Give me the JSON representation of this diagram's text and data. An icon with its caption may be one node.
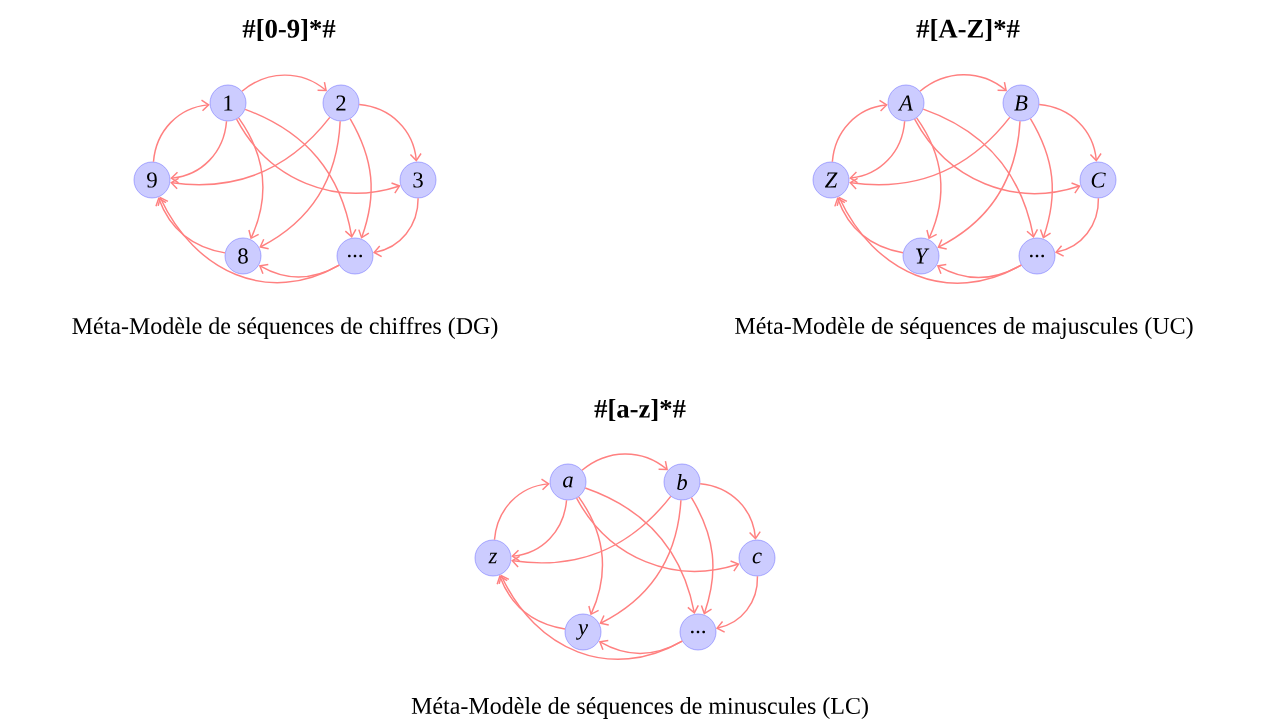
{
  "diagram": {
    "nodes": [
      {
        "text": [
          "1"
        ]
      },
      {
        "text": [
          "2"
        ]
      },
      {
        "text": [
          "3"
        ]
      },
      {
        "text": [
          "..."
        ]
      },
      {
        "text": [
          "8"
        ]
      },
      {
        "text": [
          "9"
        ]
      },
      {
        "text": [
          "A"
        ]
      },
      {
        "text": [
          "B"
        ]
      },
      {
        "text": [
          "C"
        ]
      },
      {
        "text": [
          "..."
        ]
      },
      {
        "text": [
          "Y"
        ]
      },
      {
        "text": [
          "Z"
        ]
      },
      {
        "text": [
          "a"
        ]
      },
      {
        "text": [
          "b"
        ]
      },
      {
        "text": [
          "c"
        ]
      },
      {
        "text": [
          "..."
        ]
      },
      {
        "text": [
          "y"
        ]
      },
      {
        "text": [
          "z"
        ]
      }
    ],
    "edges": [
      {
        "from": 0,
        "to": 1,
        "arrow": "to"
      },
      {
        "from": 1,
        "to": 2,
        "arrow": "to"
      },
      {
        "from": 2,
        "to": 3,
        "arrow": "to"
      },
      {
        "from": 3,
        "to": 4,
        "arrow": "to"
      },
      {
        "from": 3,
        "to": 5,
        "arrow": "to"
      },
      {
        "from": 4,
        "to": 5,
        "arrow": "to"
      },
      {
        "from": 5,
        "to": 0,
        "arrow": "to"
      },
      {
        "from": 0,
        "to": 5,
        "arrow": "to"
      },
      {
        "from": 0,
        "to": 4,
        "arrow": "to"
      },
      {
        "from": 0,
        "to": 2,
        "arrow": "to"
      },
      {
        "from": 0,
        "to": 3,
        "arrow": "to"
      },
      {
        "from": 1,
        "to": 5,
        "arrow": "to"
      },
      {
        "from": 1,
        "to": 4,
        "arrow": "to"
      },
      {
        "from": 1,
        "to": 3,
        "arrow": "to"
      },
      {
        "from": 6,
        "to": 7,
        "arrow": "to"
      },
      {
        "from": 7,
        "to": 8,
        "arrow": "to"
      },
      {
        "from": 8,
        "to": 9,
        "arrow": "to"
      },
      {
        "from": 9,
        "to": 10,
        "arrow": "to"
      },
      {
        "from": 9,
        "to": 11,
        "arrow": "to"
      },
      {
        "from": 10,
        "to": 11,
        "arrow": "to"
      },
      {
        "from": 11,
        "to": 6,
        "arrow": "to"
      },
      {
        "from": 6,
        "to": 11,
        "arrow": "to"
      },
      {
        "from": 6,
        "to": 10,
        "arrow": "to"
      },
      {
        "from": 6,
        "to": 8,
        "arrow": "to"
      },
      {
        "from": 6,
        "to": 9,
        "arrow": "to"
      },
      {
        "from": 7,
        "to": 11,
        "arrow": "to"
      },
      {
        "from": 7,
        "to": 10,
        "arrow": "to"
      },
      {
        "from": 7,
        "to": 9,
        "arrow": "to"
      },
      {
        "from": 12,
        "to": 13,
        "arrow": "to"
      },
      {
        "from": 13,
        "to": 14,
        "arrow": "to"
      },
      {
        "from": 14,
        "to": 15,
        "arrow": "to"
      },
      {
        "from": 15,
        "to": 16,
        "arrow": "to"
      },
      {
        "from": 15,
        "to": 17,
        "arrow": "to"
      },
      {
        "from": 16,
        "to": 17,
        "arrow": "to"
      },
      {
        "from": 17,
        "to": 12,
        "arrow": "to"
      },
      {
        "from": 12,
        "to": 17,
        "arrow": "to"
      },
      {
        "from": 12,
        "to": 16,
        "arrow": "to"
      },
      {
        "from": 12,
        "to": 14,
        "arrow": "to"
      },
      {
        "from": 12,
        "to": 15,
        "arrow": "to"
      },
      {
        "from": 13,
        "to": 17,
        "arrow": "to"
      },
      {
        "from": 13,
        "to": 16,
        "arrow": "to"
      },
      {
        "from": 13,
        "to": 15,
        "arrow": "to"
      }
    ],
    "labels": [
      "#[0-9]*#",
      "#[A-Z]*#",
      "Méta-Modèle de séquences de chiffres (DG)",
      "Méta-Modèle de séquences de majuscules (UC)",
      "#[a-z]*#",
      "Méta-Modèle de séquences de minuscules (LC)"
    ]
  }
}
